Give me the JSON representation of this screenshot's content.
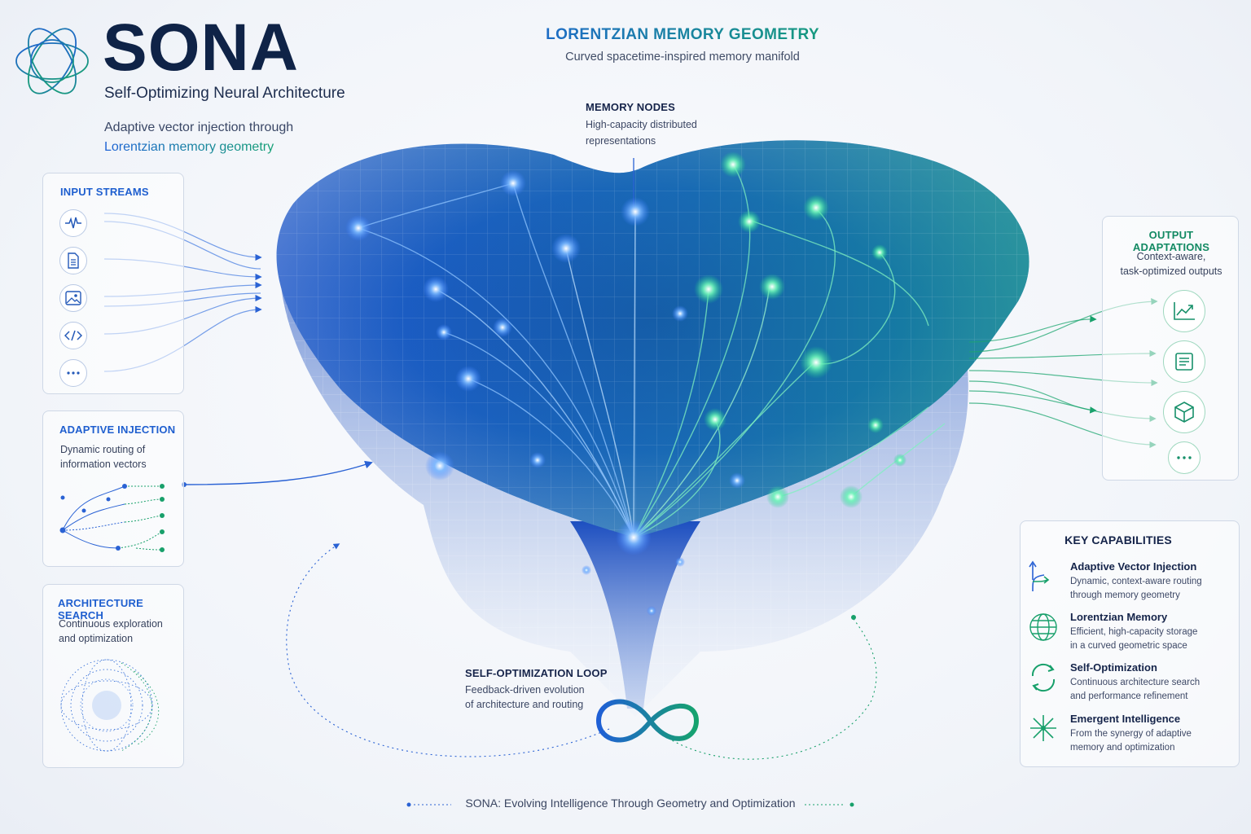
{
  "brand": {
    "title": "SONA",
    "subtitle": "Self-Optimizing Neural Architecture",
    "desc_line1": "Adaptive vector injection through",
    "desc_line2": "Lorentzian memory geometry"
  },
  "header": {
    "title": "LORENTZIAN  MEMORY GEOMETRY",
    "subtitle": "Curved spacetime-inspired memory manifold"
  },
  "memory_nodes": {
    "title": "MEMORY NODES",
    "text_line1": "High-capacity distributed",
    "text_line2": "representations"
  },
  "input_streams": {
    "title": "INPUT STREAMS",
    "icons": [
      "waveform-icon",
      "document-icon",
      "image-icon",
      "code-icon",
      "more-icon"
    ]
  },
  "adaptive_injection": {
    "title": "ADAPTIVE INJECTION",
    "text_line1": "Dynamic routing of",
    "text_line2": "information vectors"
  },
  "architecture_search": {
    "title": "ARCHITECTURE SEARCH",
    "text_line1": "Continuous exploration",
    "text_line2": "and optimization"
  },
  "output_adaptations": {
    "title": "OUTPUT ADAPTATIONS",
    "text_line1": "Context-aware,",
    "text_line2": "task-optimized outputs",
    "icons": [
      "chart-icon",
      "document-icon",
      "cube-icon",
      "more-icon"
    ]
  },
  "self_optimization": {
    "title": "SELF-OPTIMIZATION LOOP",
    "text_line1": "Feedback-driven evolution",
    "text_line2": "of architecture and routing"
  },
  "key_capabilities": {
    "title": "KEY CAPABILITIES",
    "items": [
      {
        "icon": "branch-arrows-icon",
        "title": "Adaptive Vector Injection",
        "line1": "Dynamic, context-aware routing",
        "line2": "through memory geometry"
      },
      {
        "icon": "globe-icon",
        "title": "Lorentzian Memory",
        "line1": "Efficient, high-capacity storage",
        "line2": "in a curved geometric space"
      },
      {
        "icon": "refresh-icon",
        "title": "Self-Optimization",
        "line1": "Continuous architecture search",
        "line2": "and performance refinement"
      },
      {
        "icon": "burst-icon",
        "title": "Emergent Intelligence",
        "line1": "From the synergy of adaptive",
        "line2": "memory and optimization"
      }
    ]
  },
  "footer": {
    "text": "SONA:  Evolving Intelligence Through Geometry and Optimization"
  },
  "colors": {
    "blue": "#1f63d4",
    "green": "#14a370",
    "navy": "#0f2347"
  }
}
